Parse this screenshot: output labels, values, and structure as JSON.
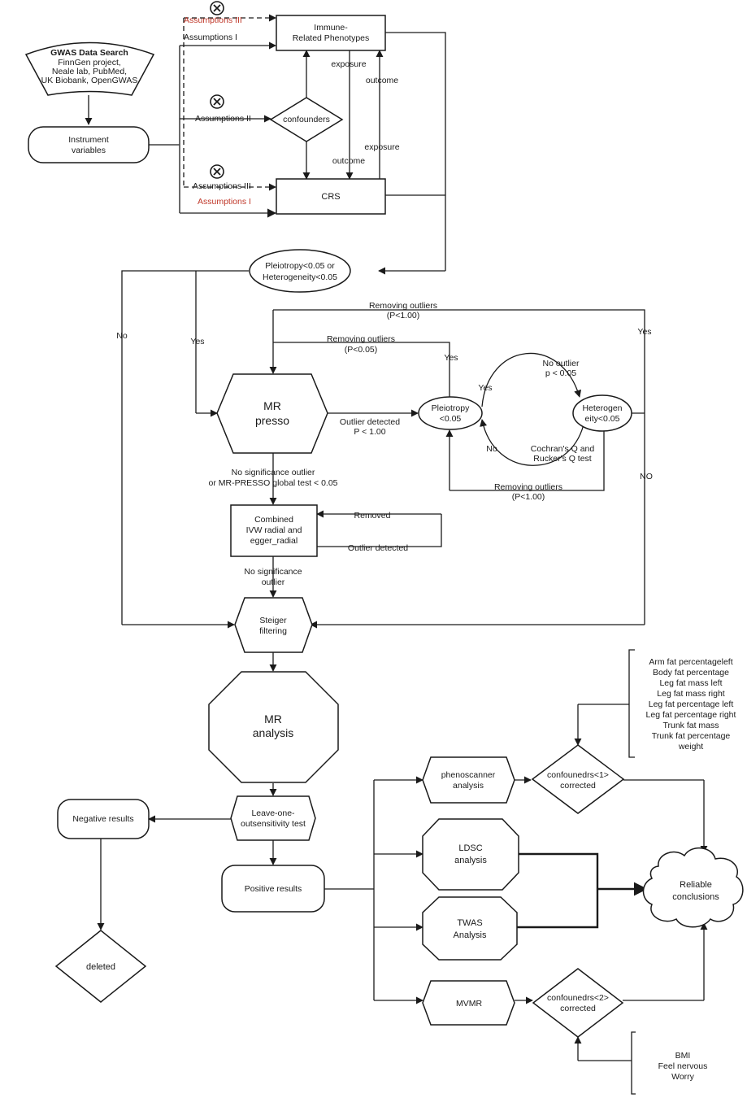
{
  "gwas": {
    "title": "GWAS Data Search",
    "lines": [
      "FinnGen project,",
      "Neale lab,   PubMed,",
      "UK Biobank,  OpenGWAS"
    ]
  },
  "instrument": [
    "Instrument",
    "variables"
  ],
  "immune": [
    "Immune-",
    "Related Phenotypes"
  ],
  "crs": "CRS",
  "confounders": "confounders",
  "assumptions": {
    "top_red": "Assumptions III",
    "top_black": "Assumptions I",
    "mid": "Assumptions II",
    "bottom_black": "Assumptions III",
    "bottom_red": "Assumptions I"
  },
  "edge_labels": {
    "exposure": "exposure",
    "outcome": "outcome",
    "yes": "Yes",
    "no": "No",
    "no_caps": "NO",
    "removed": "Removed",
    "outlier_detected": "Outlier detected"
  },
  "pleio_het": [
    "Pleiotropy<0.05 or",
    "Heterogeneity<0.05"
  ],
  "removing_100": [
    "Removing outliers",
    "(P<1.00)"
  ],
  "removing_005": [
    "Removing outliers",
    "(P<0.05)"
  ],
  "mr_presso": [
    "MR",
    "presso"
  ],
  "outlier_detected_p": [
    "Outlier detected",
    "P < 1.00"
  ],
  "pleiotropy": [
    "Pleiotropy",
    "<0.05"
  ],
  "heterogeneity": [
    "Heterogen",
    "eity<0.05"
  ],
  "no_outlier": [
    "No outlier",
    "p < 0.05"
  ],
  "cochran": [
    "Cochran's Q and",
    "Rucker's Q test"
  ],
  "removing_bottom": [
    "Removing outliers",
    "(P<1.00)"
  ],
  "no_sig_presso": [
    "No significance outlier",
    "or MR-PRESSO global test < 0.05"
  ],
  "combined": [
    "Combined",
    "IVW radial and",
    "egger_radial"
  ],
  "no_sig_outlier": [
    "No significance",
    "outlier"
  ],
  "steiger": [
    "Steiger",
    "filtering"
  ],
  "mr_analysis": [
    "MR",
    "analysis"
  ],
  "leave_one": [
    "Leave-one-",
    "outsensitivity test"
  ],
  "negative": "Negative results",
  "deleted": "deleted",
  "positive": "Positive results",
  "phenoscanner": [
    "phenoscanner",
    "analysis"
  ],
  "ldsc": [
    "LDSC",
    "analysis"
  ],
  "twas": [
    "TWAS",
    "Analysis"
  ],
  "mvmr": "MVMR",
  "conf1": [
    "confounedrs<1>",
    "corrected"
  ],
  "conf2": [
    "confounedrs<2>",
    "corrected"
  ],
  "reliable": [
    "Reliable",
    "conclusions"
  ],
  "confounders_list_1": [
    "Arm fat percentageleft",
    "Body fat percentage",
    "Leg fat mass left",
    "Leg fat mass right",
    "Leg fat percentage left",
    "Leg fat percentage right",
    "Trunk fat mass",
    "Trunk fat percentage",
    "weight"
  ],
  "confounders_list_2": [
    "BMI",
    "Feel nervous",
    "Worry"
  ],
  "colors": {
    "stroke": "#1a1a1a",
    "red_label": "#c0392b",
    "background": "#ffffff"
  },
  "icons": [
    "cross-circle-icon"
  ]
}
